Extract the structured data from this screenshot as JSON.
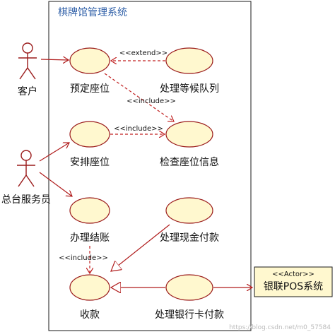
{
  "system": {
    "title": "棋牌馆管理系统"
  },
  "actors": {
    "customer": "客户",
    "front_desk": "总台服务员",
    "pos_actor_stereotype": "<<Actor>>",
    "pos_actor_name": "银联POS系统"
  },
  "use_cases": {
    "reserve_seat": "预定座位",
    "handle_queue": "处理等候队列",
    "arrange_seat": "安排座位",
    "check_seat_info": "检查座位信息",
    "checkout": "办理结账",
    "cash_payment": "处理现金付款",
    "collect_payment": "收款",
    "bank_card_payment": "处理银行卡付款"
  },
  "relations": {
    "extend_label": "<<extend>>",
    "include_label_1": "<<include>>",
    "include_label_2": "<<include>>",
    "include_label_3": "<<include>>"
  },
  "watermark": "https://blog.csdn.net/m0_57584"
}
